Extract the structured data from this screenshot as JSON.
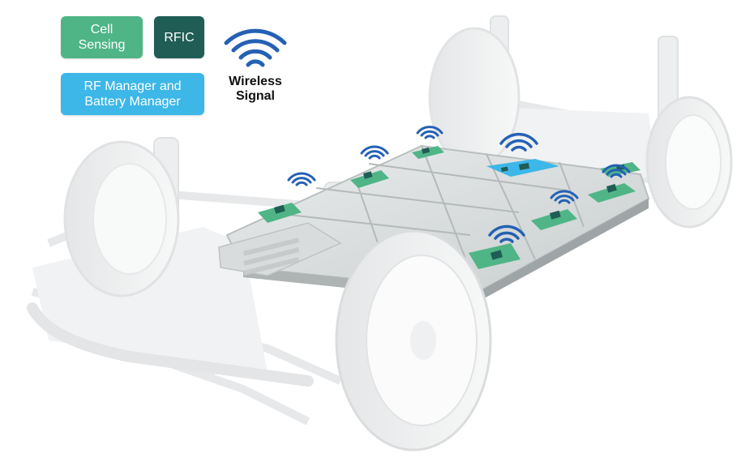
{
  "legend": {
    "cell_sensing": {
      "label": "Cell\nSensing",
      "color": "#4fb587"
    },
    "rfic": {
      "label": "RFIC",
      "color": "#1f5d55"
    },
    "rf_manager": {
      "label": "RF Manager and\nBattery Manager",
      "color": "#3cb7e8"
    },
    "wireless": {
      "label": "Wireless\nSignal",
      "color": "#2461b4"
    }
  },
  "icons": [
    "wireless-signal-icon"
  ]
}
